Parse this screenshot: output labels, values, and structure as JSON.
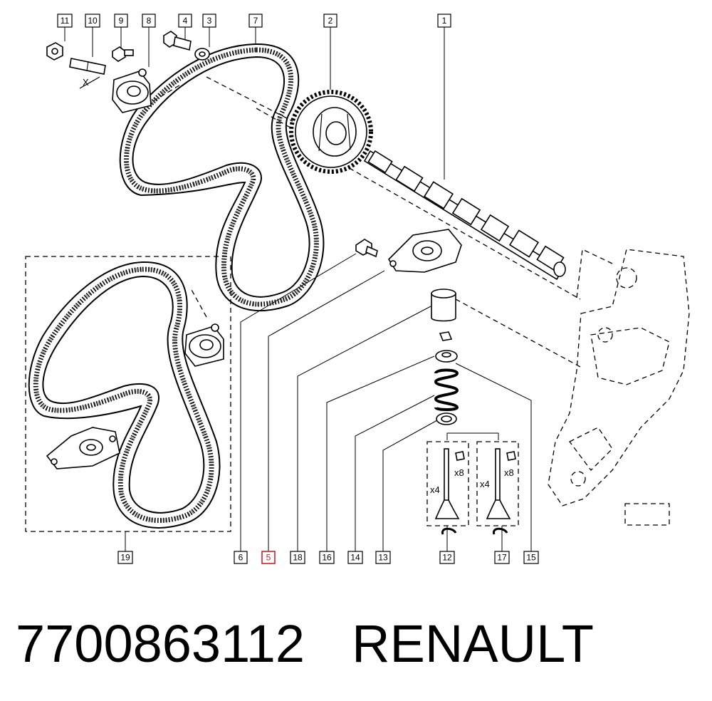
{
  "callouts": [
    {
      "id": "1",
      "highlight": false
    },
    {
      "id": "2",
      "highlight": false
    },
    {
      "id": "3",
      "highlight": false
    },
    {
      "id": "4",
      "highlight": false
    },
    {
      "id": "5",
      "highlight": true
    },
    {
      "id": "6",
      "highlight": false
    },
    {
      "id": "7",
      "highlight": false
    },
    {
      "id": "8",
      "highlight": false
    },
    {
      "id": "9",
      "highlight": false
    },
    {
      "id": "10",
      "highlight": false
    },
    {
      "id": "11",
      "highlight": false
    },
    {
      "id": "12",
      "highlight": false
    },
    {
      "id": "13",
      "highlight": false
    },
    {
      "id": "14",
      "highlight": false
    },
    {
      "id": "15",
      "highlight": false
    },
    {
      "id": "16",
      "highlight": false
    },
    {
      "id": "17",
      "highlight": false
    },
    {
      "id": "18",
      "highlight": false
    },
    {
      "id": "19",
      "highlight": false
    }
  ],
  "annotations": {
    "x_mark": "X",
    "qty_valves_left": "x4",
    "qty_keepers_left": "x8",
    "qty_valves_right": "x4",
    "qty_keepers_right": "x8"
  },
  "footer": {
    "part_number": "7700863112",
    "brand": "RENAULT"
  },
  "colors": {
    "highlight": "#d0202a",
    "line": "#000000",
    "background": "#ffffff"
  }
}
